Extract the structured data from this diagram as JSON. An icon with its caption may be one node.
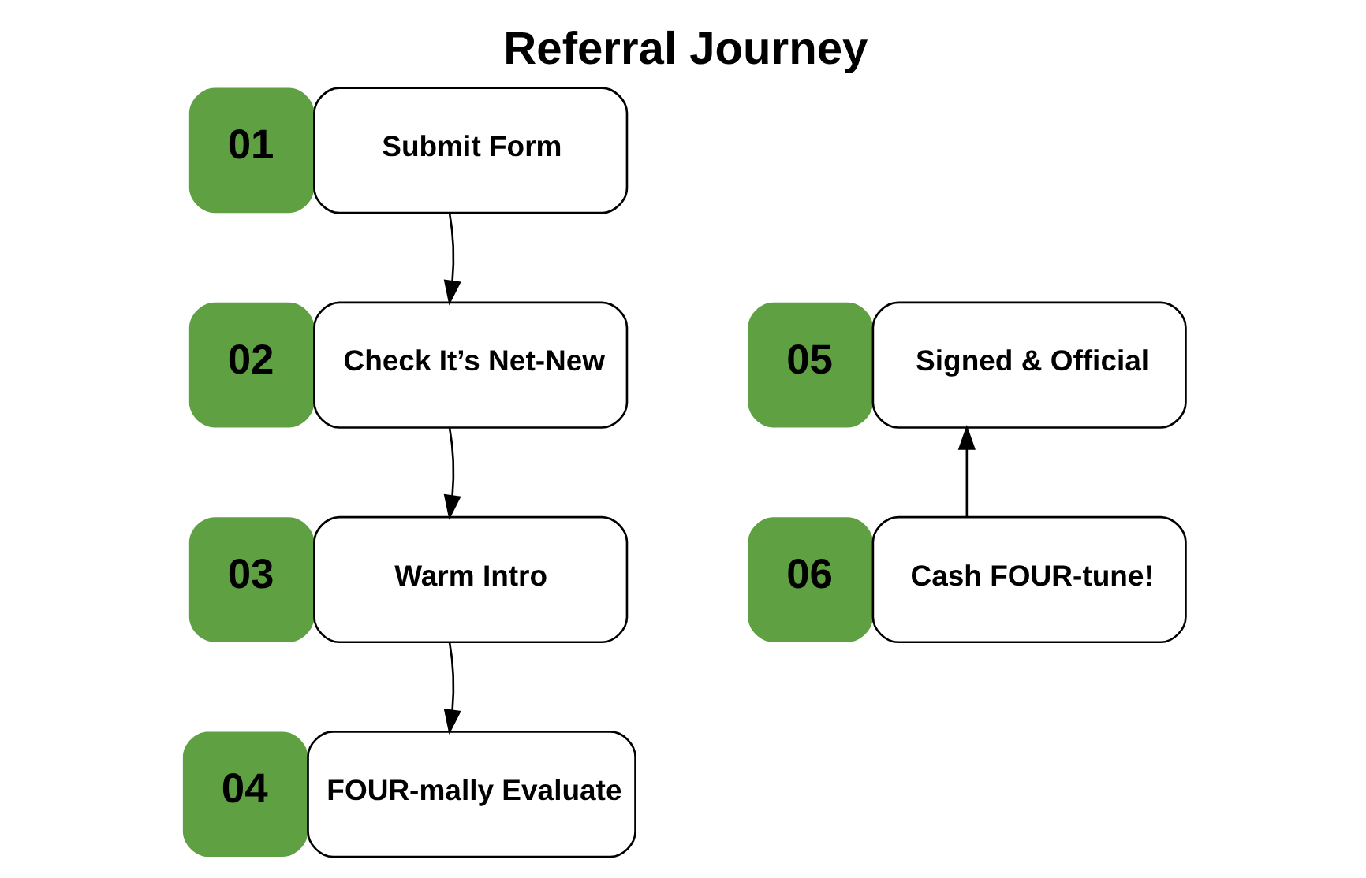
{
  "diagram": {
    "title": "Referral Journey",
    "nodes": [
      {
        "text": [
          "01",
          "Submit Form"
        ]
      },
      {
        "text": [
          "02",
          "Check It’s Net-New"
        ]
      },
      {
        "text": [
          "03",
          "Warm Intro"
        ]
      },
      {
        "text": [
          "04",
          "FOUR-mally Evaluate"
        ]
      },
      {
        "text": [
          "05",
          "Signed & Official"
        ]
      },
      {
        "text": [
          "06",
          "Cash FOUR-tune!"
        ]
      }
    ],
    "edges": [
      {
        "from": 0,
        "to": 1,
        "arrow": "to"
      },
      {
        "from": 1,
        "to": 2,
        "arrow": "to"
      },
      {
        "from": 2,
        "to": 3,
        "arrow": "to"
      },
      {
        "from": 5,
        "to": 4,
        "arrow": "to"
      }
    ]
  }
}
